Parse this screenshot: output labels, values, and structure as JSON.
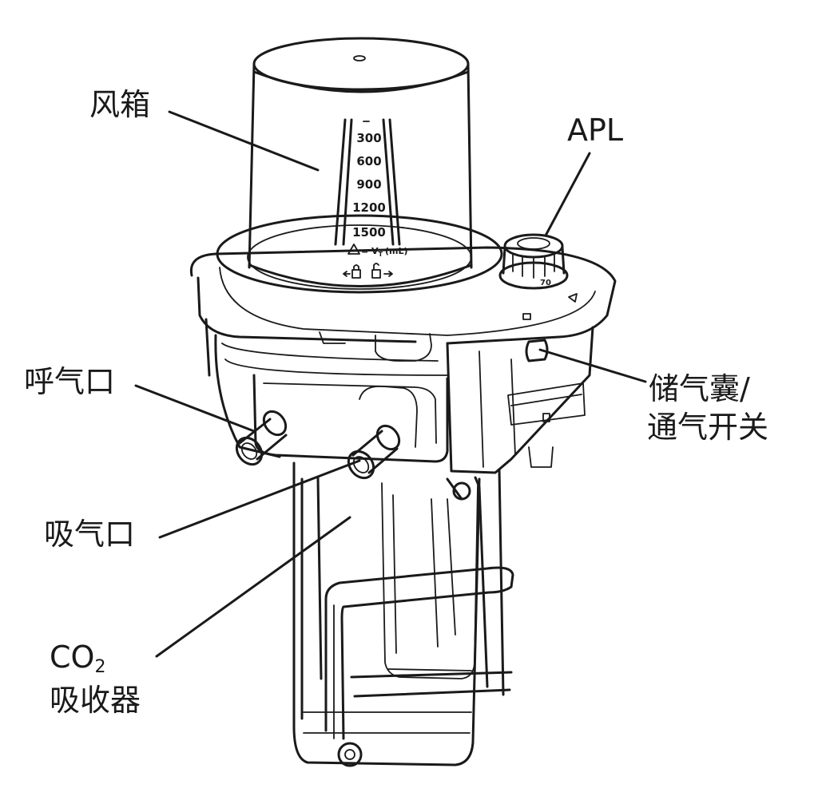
{
  "labels": {
    "bellows": "风箱",
    "apl": "APL",
    "expiratory_port": "呼气口",
    "inspiratory_port": "吸气口",
    "bag_vent_switch_line1": "储气囊/",
    "bag_vent_switch_line2": "通气开关",
    "co2_prefix": "CO",
    "co2_subscript": "2",
    "absorber": "吸收器"
  },
  "bellows_scale": [
    "300",
    "600",
    "900",
    "1200",
    "1500"
  ],
  "bellows_caption": "= V",
  "bellows_caption_sub": "T",
  "bellows_caption_unit": "(mL)",
  "apl_dial_text": "70",
  "colors": {
    "ink": "#1a1a1a",
    "background": "#ffffff"
  }
}
